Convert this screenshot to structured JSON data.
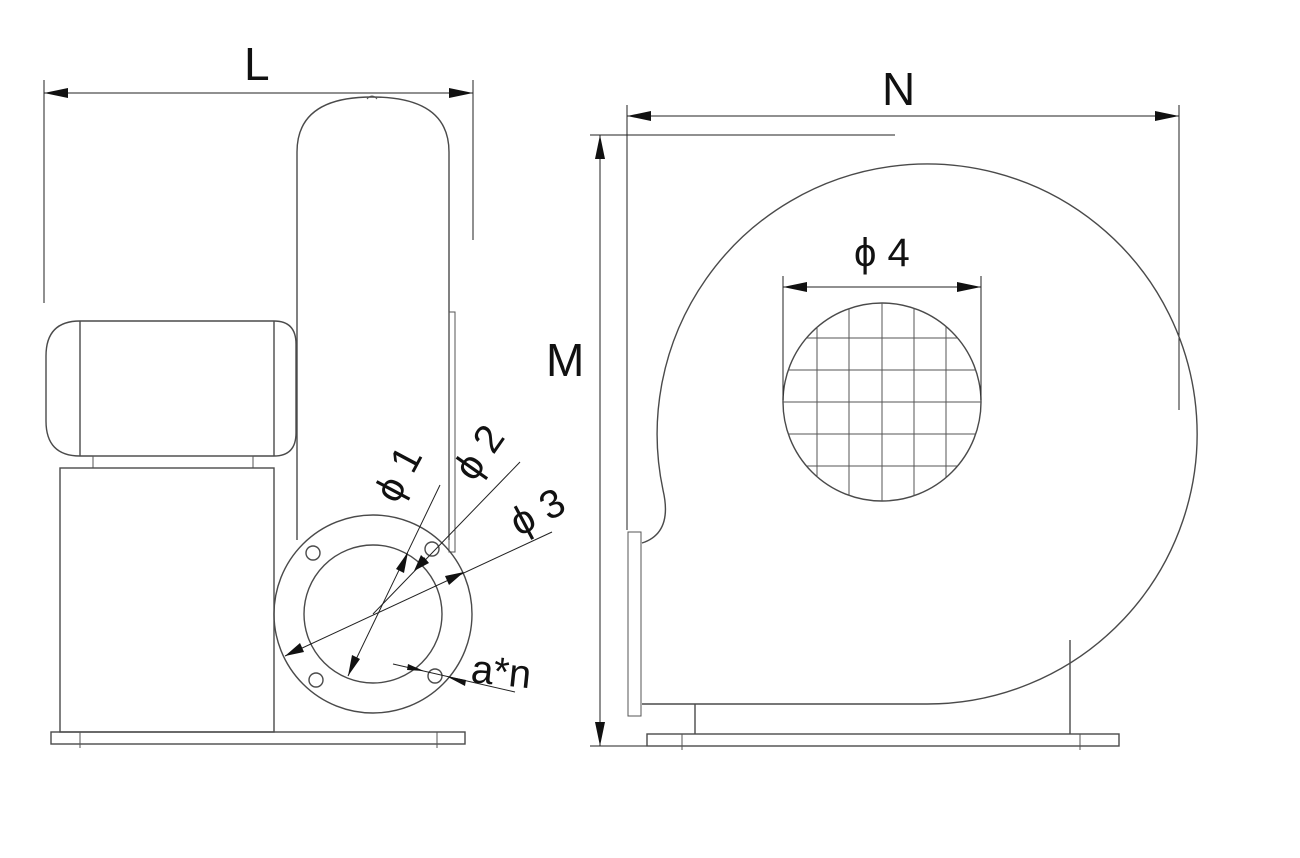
{
  "labels": {
    "L": "L",
    "N": "N",
    "M": "M",
    "phi1": "ϕ 1",
    "phi2": "ϕ 2",
    "phi3": "ϕ 3",
    "phi4": "ϕ 4",
    "an": "a*n"
  },
  "colors": {
    "line": "#4a4a4a",
    "dimension": "#222222",
    "background": "#ffffff"
  }
}
